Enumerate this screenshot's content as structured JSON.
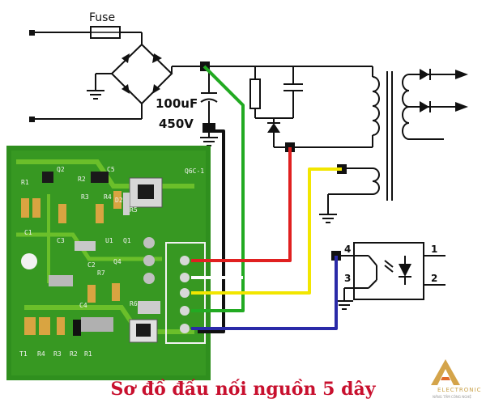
{
  "title": "Sơ đồ đấu nối nguồn 5 dây",
  "labels": {
    "fuse": "Fuse",
    "capacitance": "100uF",
    "voltage": "450V",
    "pin1": "1",
    "pin2": "2",
    "pin3": "3",
    "pin4": "4"
  },
  "pcb_silkscreen": [
    "R1",
    "Q2",
    "R2",
    "C5",
    "R3",
    "R4",
    "R5",
    "C1",
    "C3",
    "U1",
    "Q4",
    "C2",
    "Q1",
    "D2",
    "C4",
    "R6",
    "T1",
    "R4",
    "R3",
    "R2",
    "R1",
    "R7",
    "Q6C-1"
  ],
  "wires": [
    {
      "name": "red-wire",
      "color": "#e02020"
    },
    {
      "name": "yellow-wire",
      "color": "#f2e600"
    },
    {
      "name": "white-wire",
      "color": "#ffffff"
    },
    {
      "name": "green-wire",
      "color": "#22aa22"
    },
    {
      "name": "blue-wire",
      "color": "#2a2aa8"
    },
    {
      "name": "black-wire",
      "color": "#111111"
    }
  ],
  "colors": {
    "caption": "#c8102e",
    "pcb_board": "#2f8f1e",
    "pcb_copper": "#6bbf2a",
    "schematic_line": "#111111"
  },
  "logo": {
    "word": "ELECTRONIC",
    "sub": "NÂNG TẦM CÔNG NGHỆ"
  }
}
